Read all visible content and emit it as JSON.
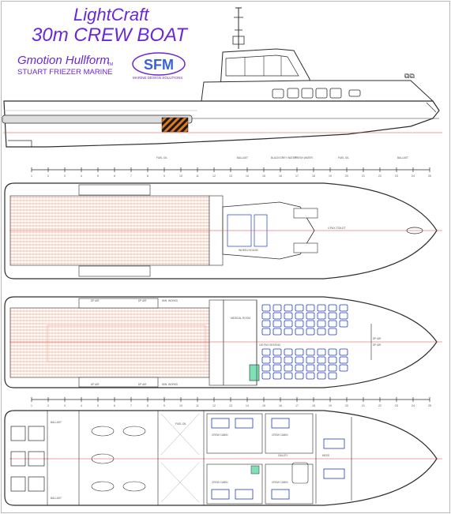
{
  "header": {
    "title_line1": "LightCraft",
    "title_line2": "30m CREW  BOAT",
    "hullform": "Gmotion Hullform",
    "hullform_tm": "TM",
    "designer": "STUART FRIEZER MARINE",
    "logo_text": "SFM",
    "logo_subtitle": "MARINE DESIGN SOLUTIONS"
  },
  "scale": {
    "ticks": [
      "1",
      "2",
      "3",
      "4",
      "5",
      "6",
      "7",
      "8",
      "9",
      "10",
      "11",
      "12",
      "13",
      "14",
      "15",
      "16",
      "17",
      "18",
      "19",
      "20",
      "21",
      "22",
      "23",
      "24",
      "25"
    ]
  },
  "profile_labels": [
    "FUEL OIL",
    "BALLAST",
    "BLACK/GREY WATER",
    "FRESH WATER",
    "FUEL OIL",
    "BALLAST"
  ],
  "wheelhouse_labels": [
    "WHEELHOUSE",
    "4 PAX TOILET"
  ],
  "main_deck_labels": [
    "DP AIR",
    "DP AIR",
    "WIN. WORKS",
    "DP AIR",
    "DP AIR",
    "WIN. WORKS",
    "MEDICAL ROOM",
    "100 PAX SEATING",
    "DP AIR",
    "DP AIR"
  ],
  "lower_deck_labels": [
    "BALLAST",
    "BALLAST",
    "FUEL OIL",
    "CREW CABIN",
    "CREW CABIN",
    "CREW CABIN",
    "CREW CABIN",
    "GALLEY",
    "MESS"
  ],
  "colors": {
    "title": "#6a28d8",
    "deck_hatch": "#e8a48a",
    "centerline": "#e04040",
    "seats": "#1f3bd1",
    "hull_line": "#2d2d2d",
    "hazard": "#e07820"
  }
}
